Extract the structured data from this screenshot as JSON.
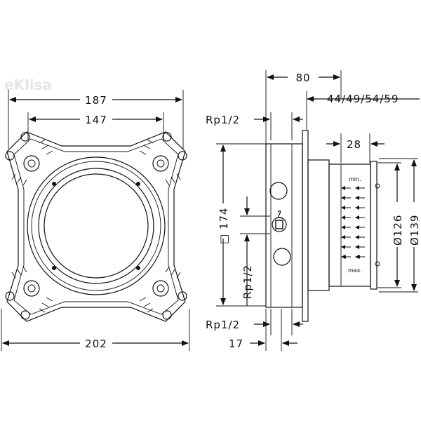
{
  "watermark": "eKlisa",
  "front_view": {
    "dim_top_outer": "187",
    "dim_top_inner": "147",
    "dim_bottom": "202"
  },
  "side_view": {
    "dim_top": "80",
    "dim_depth_range": "44/49/54/59",
    "dim_28": "28",
    "dim_rp_top": "Rp1/2",
    "dim_height": "□ 174",
    "dim_rp_mid": "Rp1/2",
    "dim_rp_bottom": "Rp1/2",
    "dim_17": "17",
    "dim_d126": "Ø126",
    "dim_d139": "Ø139",
    "scale_min": "min.",
    "scale_max": "max."
  }
}
